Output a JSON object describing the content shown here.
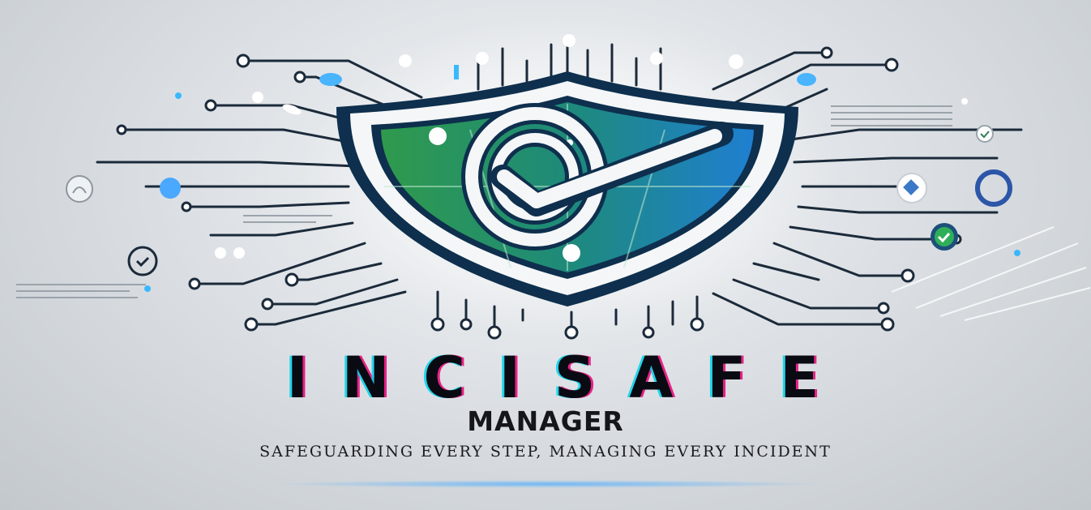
{
  "logo": {
    "icon": "shield-check-icon",
    "colors": {
      "shield_green": "#2f9a4c",
      "shield_blue": "#1f7fd1",
      "shield_border": "#0e2f4d",
      "circuit_line": "#1b2a3a",
      "accent_cyan": "#3ab8ff"
    }
  },
  "brand": {
    "title": "INCISAFE",
    "subtitle": "MANAGER",
    "tagline": "SAFEGUARDING EVERY STEP, MANAGING EVERY INCIDENT"
  }
}
